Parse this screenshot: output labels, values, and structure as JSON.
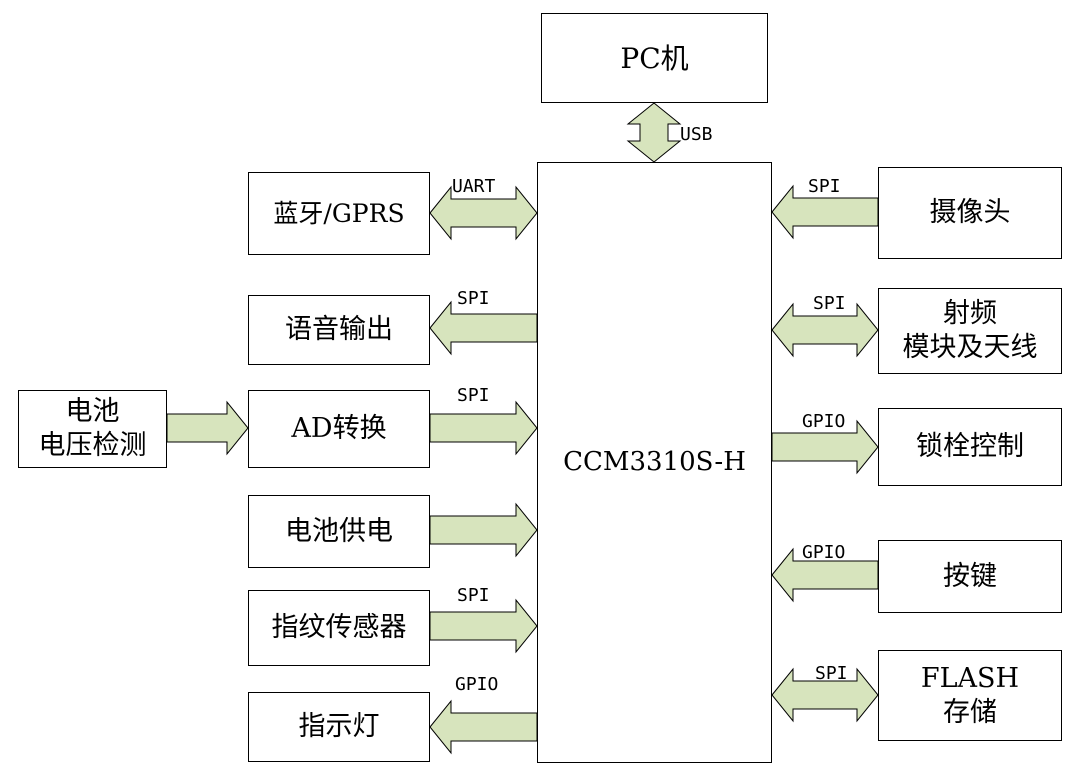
{
  "nodes": {
    "pc": "PC机",
    "mcu": "CCM3310S-H",
    "bt": "蓝牙/GPRS",
    "audio": "语音输出",
    "ad": "AD转换",
    "bat_v": [
      "电池",
      "电压检测"
    ],
    "bat_p": "电池供电",
    "finger": "指纹传感器",
    "led": "指示灯",
    "cam": "摄像头",
    "rf": [
      "射频",
      "模块及天线"
    ],
    "lock": "锁栓控制",
    "key": "按键",
    "flash": [
      "FLASH",
      "存储"
    ]
  },
  "links": {
    "usb": "USB",
    "uart": "UART",
    "audio_spi": "SPI",
    "ad_spi": "SPI",
    "finger_spi": "SPI",
    "led_gpio": "GPIO",
    "cam_spi": "SPI",
    "rf_spi": "SPI",
    "lock_gpio": "GPIO",
    "key_gpio": "GPIO",
    "flash_spi": "SPI"
  },
  "colors": {
    "arrow_fill": "#D7E4BD",
    "stroke": "#000000"
  }
}
